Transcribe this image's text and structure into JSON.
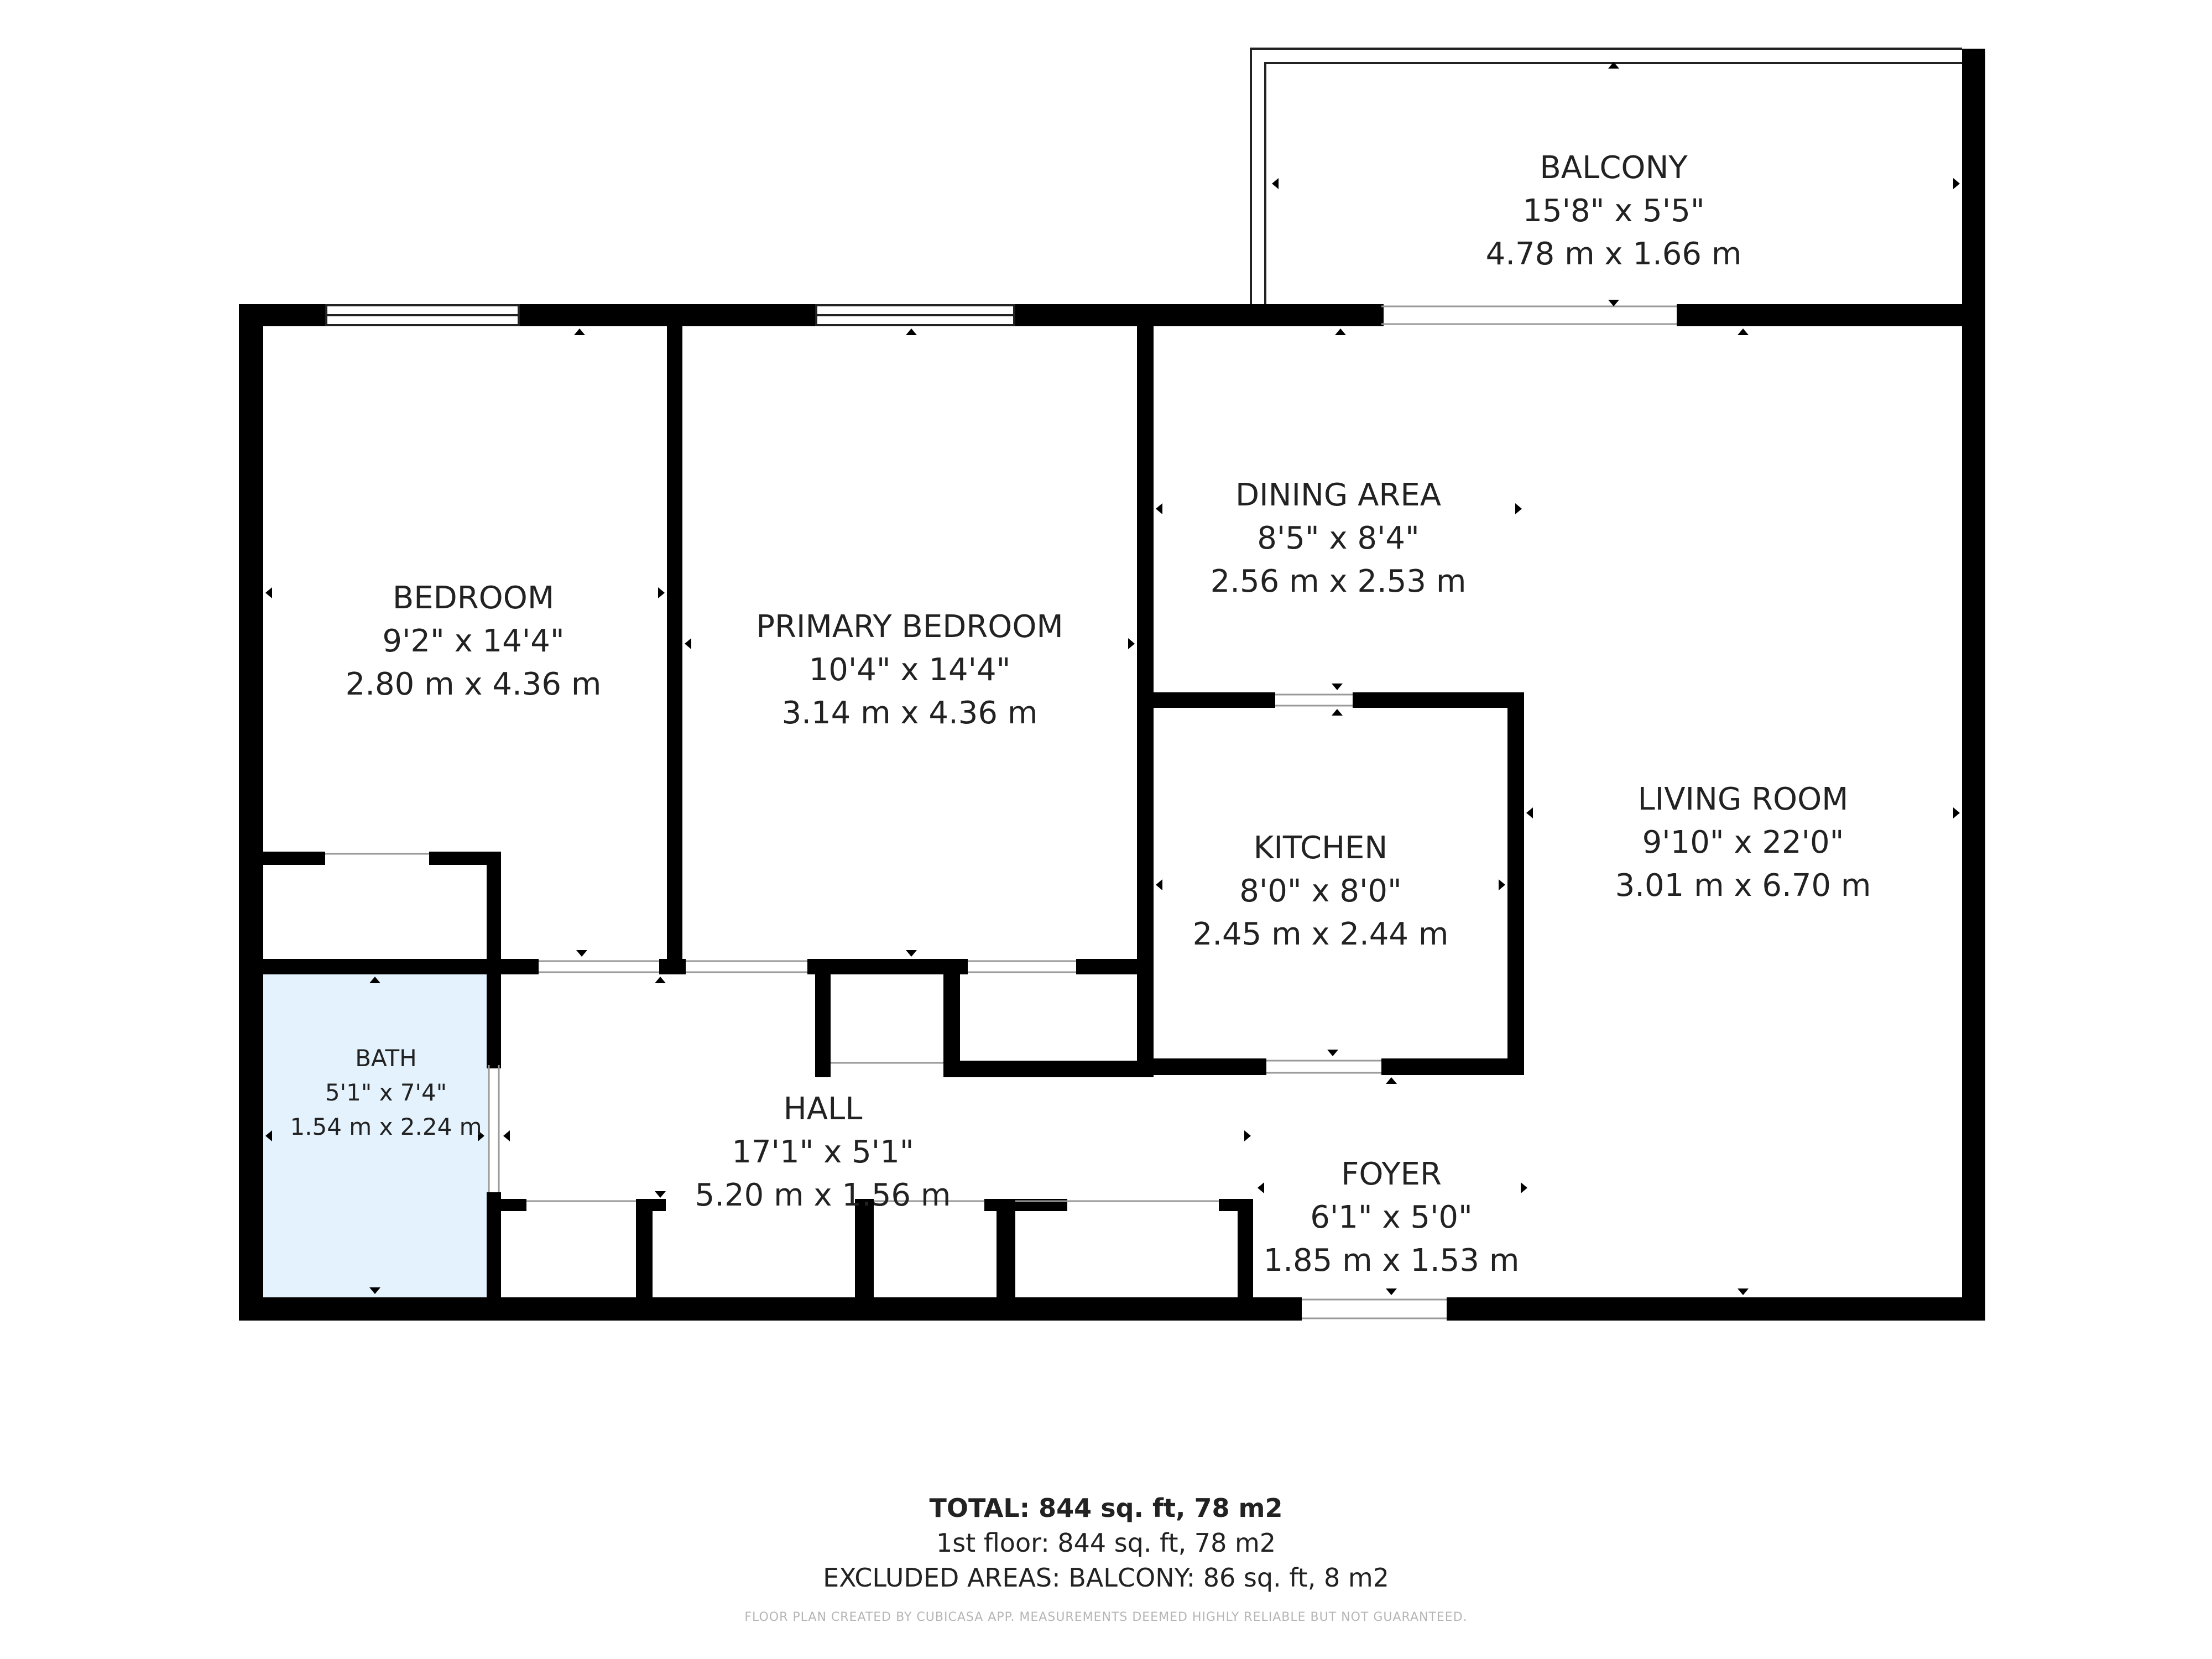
{
  "rooms": {
    "balcony": {
      "name": "BALCONY",
      "imperial": "15'8\" x 5'5\"",
      "metric": "4.78 m x 1.66 m"
    },
    "bedroom": {
      "name": "BEDROOM",
      "imperial": "9'2\" x 14'4\"",
      "metric": "2.80 m x 4.36 m"
    },
    "primary": {
      "name": "PRIMARY BEDROOM",
      "imperial": "10'4\" x 14'4\"",
      "metric": "3.14 m x 4.36 m"
    },
    "dining": {
      "name": "DINING AREA",
      "imperial": "8'5\" x 8'4\"",
      "metric": "2.56 m x 2.53 m"
    },
    "kitchen": {
      "name": "KITCHEN",
      "imperial": "8'0\" x 8'0\"",
      "metric": "2.45 m x 2.44 m"
    },
    "living": {
      "name": "LIVING ROOM",
      "imperial": "9'10\" x 22'0\"",
      "metric": "3.01 m x 6.70 m"
    },
    "bath": {
      "name": "BATH",
      "imperial": "5'1\" x 7'4\"",
      "metric": "1.54 m x 2.24 m"
    },
    "hall": {
      "name": "HALL",
      "imperial": "17'1\" x 5'1\"",
      "metric": "5.20 m x 1.56 m"
    },
    "foyer": {
      "name": "FOYER",
      "imperial": "6'1\" x 5'0\"",
      "metric": "1.85 m x 1.53 m"
    }
  },
  "summary": {
    "total": "TOTAL: 844 sq. ft, 78 m2",
    "floor": "1st floor: 844 sq. ft, 78 m2",
    "excluded": "EXCLUDED AREAS: BALCONY: 86 sq. ft, 8 m2",
    "disclaimer": "FLOOR PLAN CREATED BY CUBICASA APP. MEASUREMENTS DEEMED HIGHLY RELIABLE BUT NOT GUARANTEED."
  },
  "colors": {
    "wall": "#000000",
    "bath_fill": "#e3f2fd",
    "text": "#222222"
  }
}
